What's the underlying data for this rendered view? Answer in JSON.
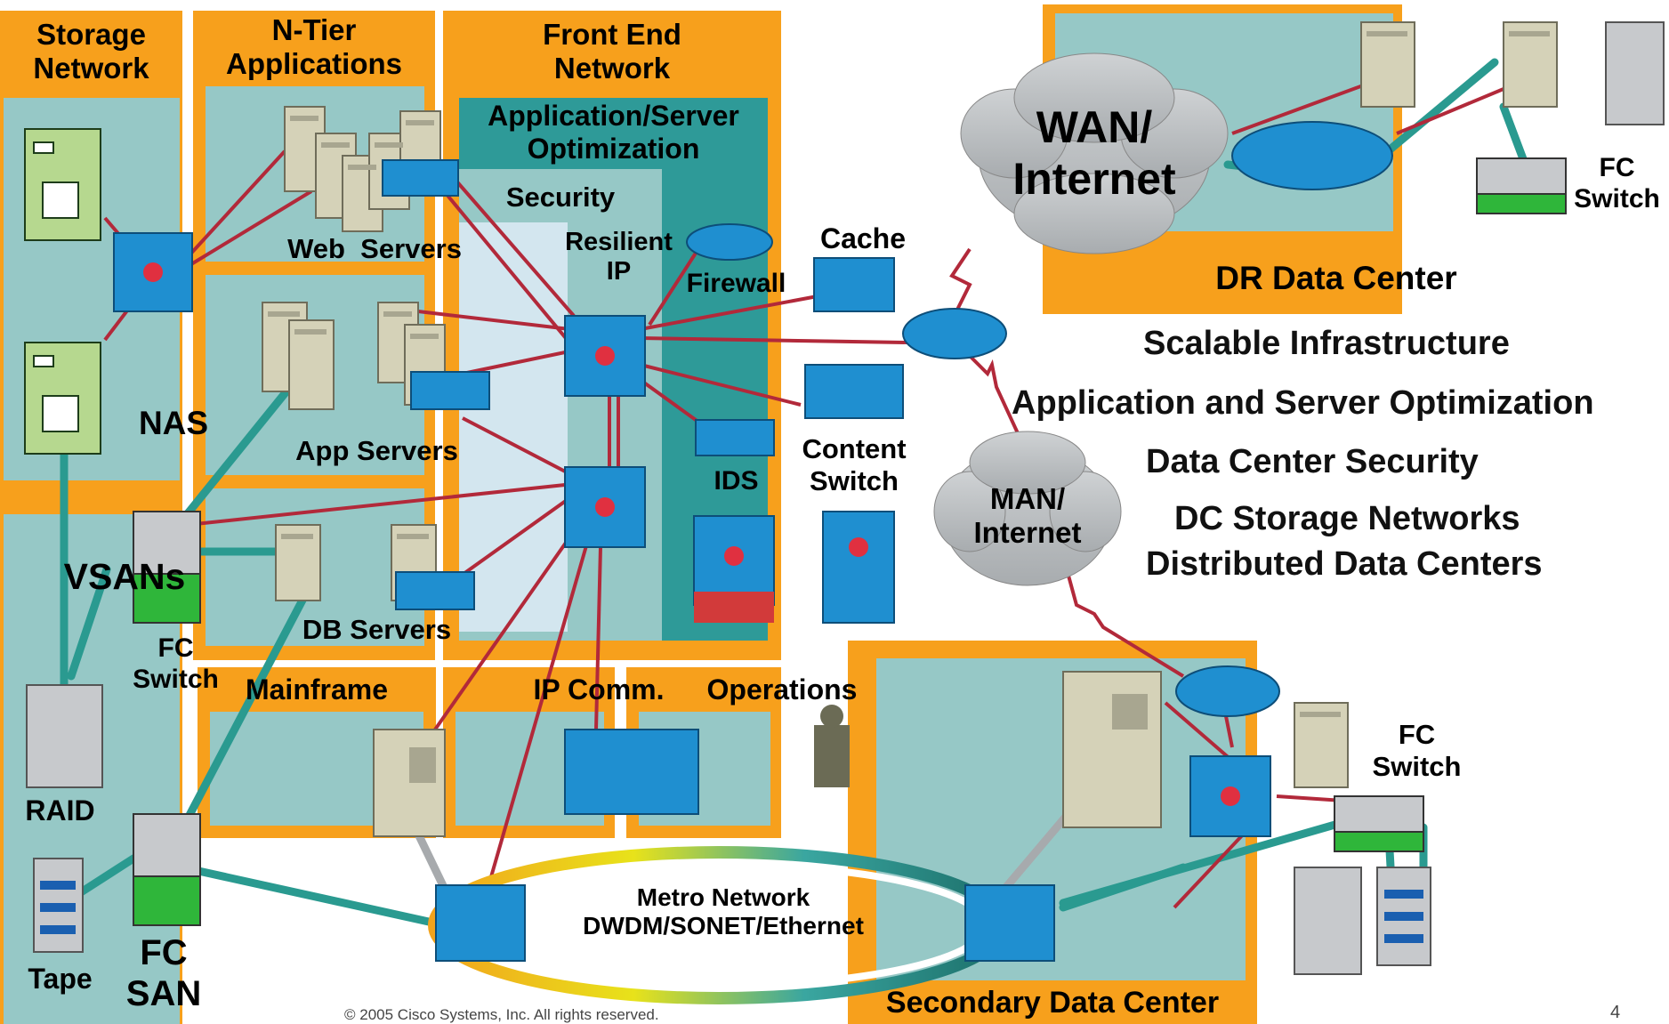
{
  "zones": {
    "storage_network": "Storage\nNetwork",
    "ntier": "N-Tier\nApplications",
    "frontend": "Front End\nNetwork",
    "app_server_opt": "Application/Server\nOptimization",
    "security": "Security",
    "resilient_ip": "Resilient\nIP",
    "firewall": "Firewall",
    "cache": "Cache",
    "ids": "IDS",
    "content_switch": "Content\nSwitch",
    "web_servers": "Web  Servers",
    "app_servers": "App Servers",
    "db_servers": "DB Servers",
    "nas": "NAS",
    "vsans": "VSANs",
    "fc_switch_left": "FC\nSwitch",
    "raid": "RAID",
    "tape": "Tape",
    "fc_san": "FC\nSAN",
    "mainframe": "Mainframe",
    "ip_comm": "IP Comm.",
    "operations": "Operations",
    "metro_network": "Metro Network\nDWDM/SONET/Ethernet",
    "wan_internet": "WAN/\nInternet",
    "man_internet": "MAN/\nInternet",
    "dr_data_center": "DR Data Center",
    "fc_switch_dr": "FC\nSwitch",
    "secondary_data_center": "Secondary Data Center",
    "fc_switch_secondary": "FC\nSwitch"
  },
  "solutions": [
    "Scalable Infrastructure",
    "Application and Server Optimization",
    "Data Center Security",
    "DC Storage Networks",
    "Distributed Data Centers"
  ],
  "footer": {
    "copyright": "© 2005 Cisco Systems, Inc. All rights reserved.",
    "page_number": "4"
  },
  "colors": {
    "orange": "#f7a01c",
    "teal_light": "#96c8c6",
    "teal_dark": "#2e9a98",
    "link_red": "#b2293a",
    "link_teal": "#2a9a90",
    "device_blue": "#1f8fd0"
  }
}
